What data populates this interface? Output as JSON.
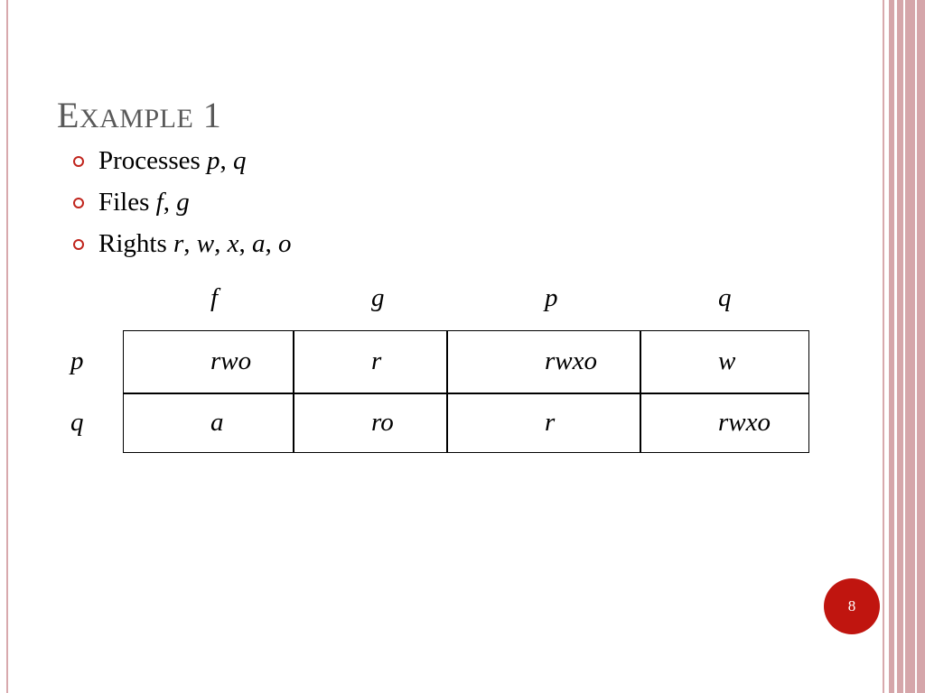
{
  "slide": {
    "title_first": "E",
    "title_rest": "XAMPLE",
    "title_num": "1",
    "bullets": [
      {
        "label": "Processes ",
        "items": [
          "p",
          ", ",
          "q"
        ]
      },
      {
        "label": "Files ",
        "items": [
          "f",
          ", ",
          "g"
        ]
      },
      {
        "label": "Rights ",
        "items": [
          "r",
          ", ",
          "w",
          ", ",
          "x",
          ", ",
          "a",
          ", ",
          "o"
        ]
      }
    ],
    "matrix": {
      "columns": [
        "f",
        "g",
        "p",
        "q"
      ],
      "rows": [
        {
          "label": "p",
          "cells": [
            "rwo",
            "r",
            "rwxo",
            "w"
          ]
        },
        {
          "label": "q",
          "cells": [
            "a",
            "ro",
            "r",
            "rwxo"
          ]
        }
      ]
    },
    "page_number": "8"
  },
  "colors": {
    "title": "#595959",
    "bullet": "#c0241c",
    "page_badge": "#c0150f",
    "border": "#d5a6aa"
  }
}
